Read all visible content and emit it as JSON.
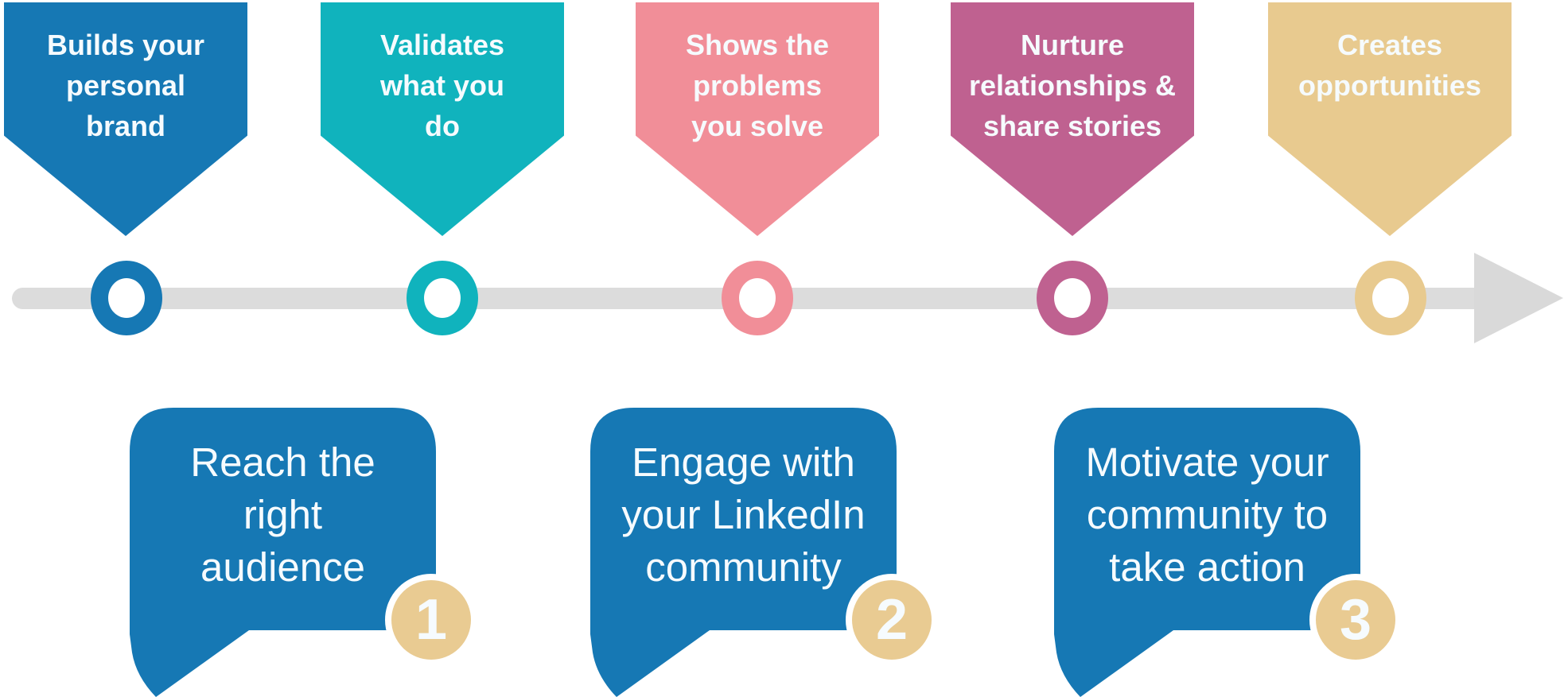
{
  "colors": {
    "text_light": "#f6fbfe",
    "bubble_blue": "#1678b4",
    "badge_tan": "#e9cb92"
  },
  "banners": [
    {
      "lines": [
        "Builds your",
        "personal",
        "brand"
      ],
      "color": "#1678b4"
    },
    {
      "lines": [
        "Validates",
        "what you",
        "do"
      ],
      "color": "#10b3bd"
    },
    {
      "lines": [
        "Shows the",
        "problems",
        "you solve"
      ],
      "color": "#f18e98"
    },
    {
      "lines": [
        "Nurture",
        "relationships &",
        "share stories"
      ],
      "color": "#bf6190"
    },
    {
      "lines": [
        "Creates",
        "opportunities"
      ],
      "color": "#e8ca8f"
    }
  ],
  "timeline": {
    "line_color": "#dcdcdc",
    "arrow_color": "#d9d9d9",
    "marker_colors": [
      "#1678b4",
      "#10b3bd",
      "#f18e98",
      "#bf6190",
      "#e8ca8f"
    ]
  },
  "steps": [
    {
      "number": "1",
      "lines": [
        "Reach the",
        "right",
        "audience"
      ],
      "bubble_color": "#1678b4",
      "badge_color": "#e9cb92"
    },
    {
      "number": "2",
      "lines": [
        "Engage with",
        "your LinkedIn",
        "community"
      ],
      "bubble_color": "#1678b4",
      "badge_color": "#e9cb92"
    },
    {
      "number": "3",
      "lines": [
        "Motivate your",
        "community to",
        "take action"
      ],
      "bubble_color": "#1678b4",
      "badge_color": "#e9cb92"
    }
  ]
}
